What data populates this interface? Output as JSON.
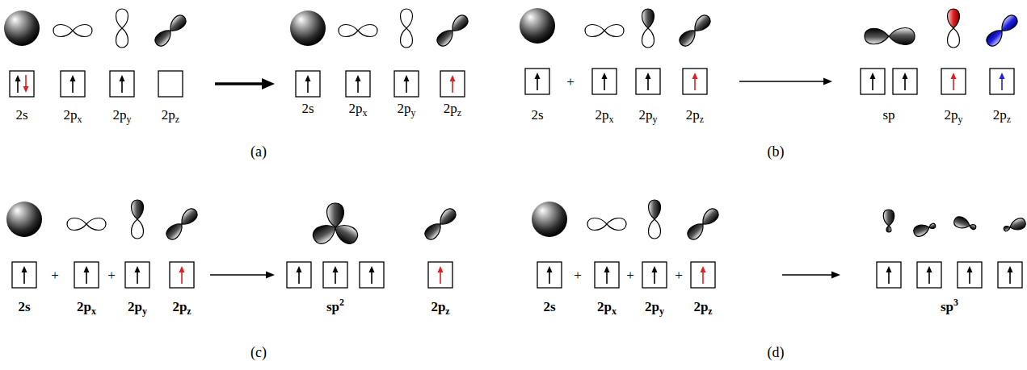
{
  "diagram": {
    "labels": [
      "2s",
      "2px",
      "2py",
      "2pz",
      "2s",
      "2px",
      "2py",
      "2pz",
      "(a)",
      "2s",
      "+",
      "2px",
      "2py",
      "2pz",
      "sp",
      "2py",
      "2pz",
      "(b)",
      "2s",
      "+",
      "2px",
      "+",
      "2py",
      "2pz",
      "sp2",
      "2pz",
      "(c)",
      "2s",
      "+",
      "2px",
      "+",
      "2py",
      "+",
      "2pz",
      "sp3",
      "(d)"
    ]
  }
}
